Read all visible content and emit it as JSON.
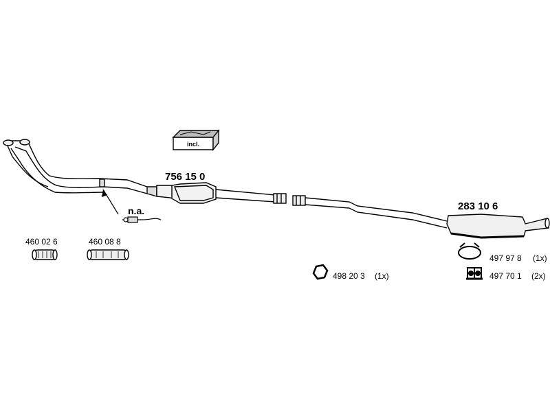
{
  "parts": {
    "catalytic_converter": "756 15 0",
    "rear_silencer": "283 10 6",
    "not_available_note": "n.a.",
    "repair_pipe_a": "460 02 6",
    "repair_pipe_b": "460 08 8",
    "nut": {
      "number": "498 20 3",
      "qty": "(1x)"
    },
    "clamp_ring": {
      "number": "497 97 8",
      "qty": "(1x)"
    },
    "rubber_mount": {
      "number": "497 70 1",
      "qty": "(2x)"
    }
  },
  "mounting_kit_label": "incl.",
  "colors": {
    "line": "#000000",
    "fill_light": "#eeeeee",
    "fill_mid": "#cccccc",
    "background": "#ffffff"
  }
}
